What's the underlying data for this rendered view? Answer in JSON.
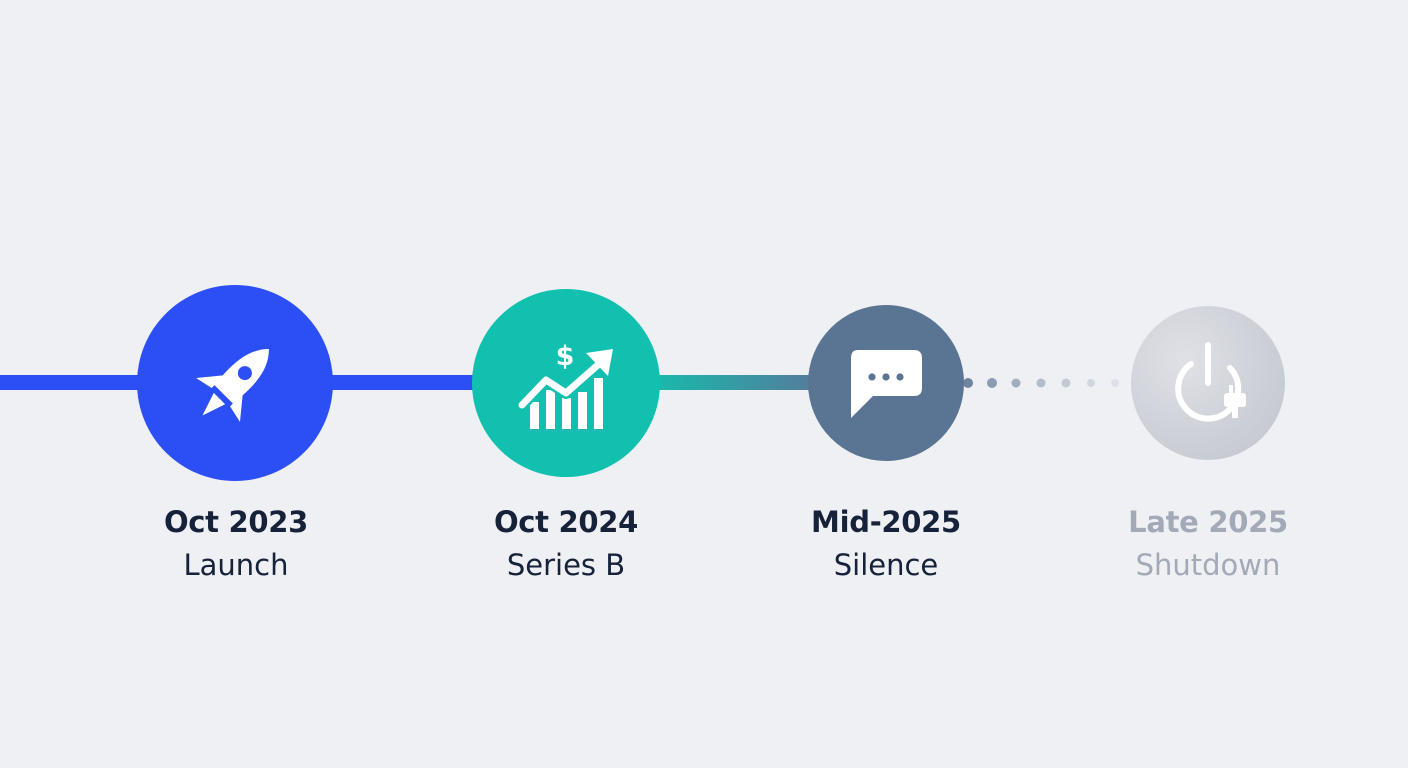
{
  "milestones": [
    {
      "date": "Oct 2023",
      "label": "Launch",
      "icon": "rocket-icon",
      "color": "#2b4ff5",
      "state": "complete"
    },
    {
      "date": "Oct 2024",
      "label": "Series B",
      "icon": "growth-chart-dollar-icon",
      "color": "#12c0b0",
      "state": "complete"
    },
    {
      "date": "Mid-2025",
      "label": "Silence",
      "icon": "chat-bubble-icon",
      "color": "#5a7494",
      "state": "current"
    },
    {
      "date": "Late 2025",
      "label": "Shutdown",
      "icon": "power-plug-icon",
      "color": "#cfd2d9",
      "state": "upcoming"
    }
  ],
  "colors": {
    "background": "#eff0f3",
    "text_primary": "#16213a",
    "text_faded": "#a3a9b6",
    "icon_faded": "#ffffff"
  }
}
